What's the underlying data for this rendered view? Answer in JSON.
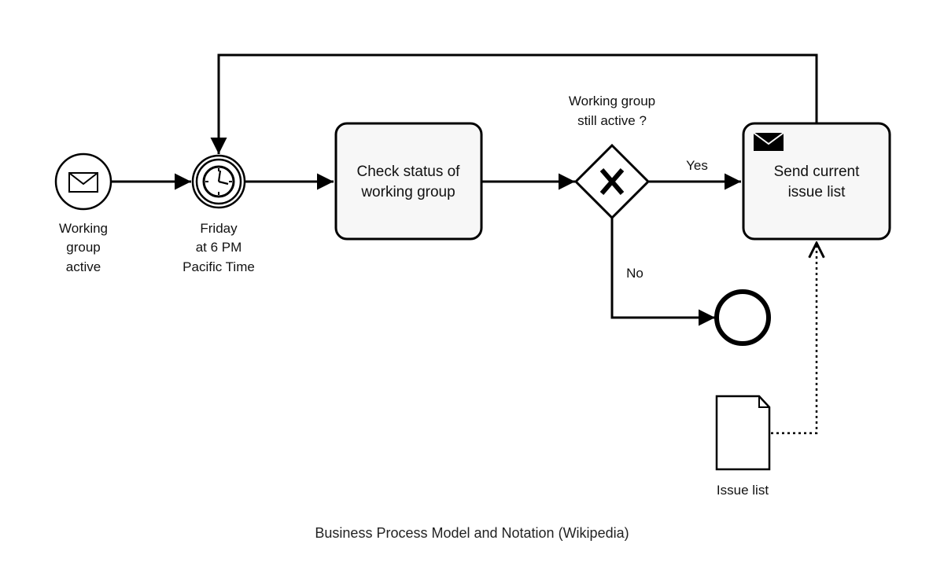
{
  "diagram": {
    "start_event": {
      "label_lines": [
        "Working",
        "group",
        "active"
      ]
    },
    "timer_event": {
      "label_lines": [
        "Friday",
        "at 6 PM",
        "Pacific Time"
      ]
    },
    "task_check": {
      "label_lines": [
        "Check status of",
        "working group"
      ]
    },
    "gateway": {
      "label_lines": [
        "Working group",
        "still active ?"
      ],
      "symbol": "X"
    },
    "task_send": {
      "label_lines": [
        "Send current",
        "issue list"
      ]
    },
    "flow_yes": {
      "label": "Yes"
    },
    "flow_no": {
      "label": "No"
    },
    "data_object": {
      "label": "Issue list"
    }
  },
  "caption": "Business Process Model and Notation (Wikipedia)",
  "icons": [
    "envelope-icon",
    "clock-icon",
    "exclusive-gateway-x-icon",
    "filled-envelope-icon",
    "document-icon",
    "end-event-icon"
  ]
}
